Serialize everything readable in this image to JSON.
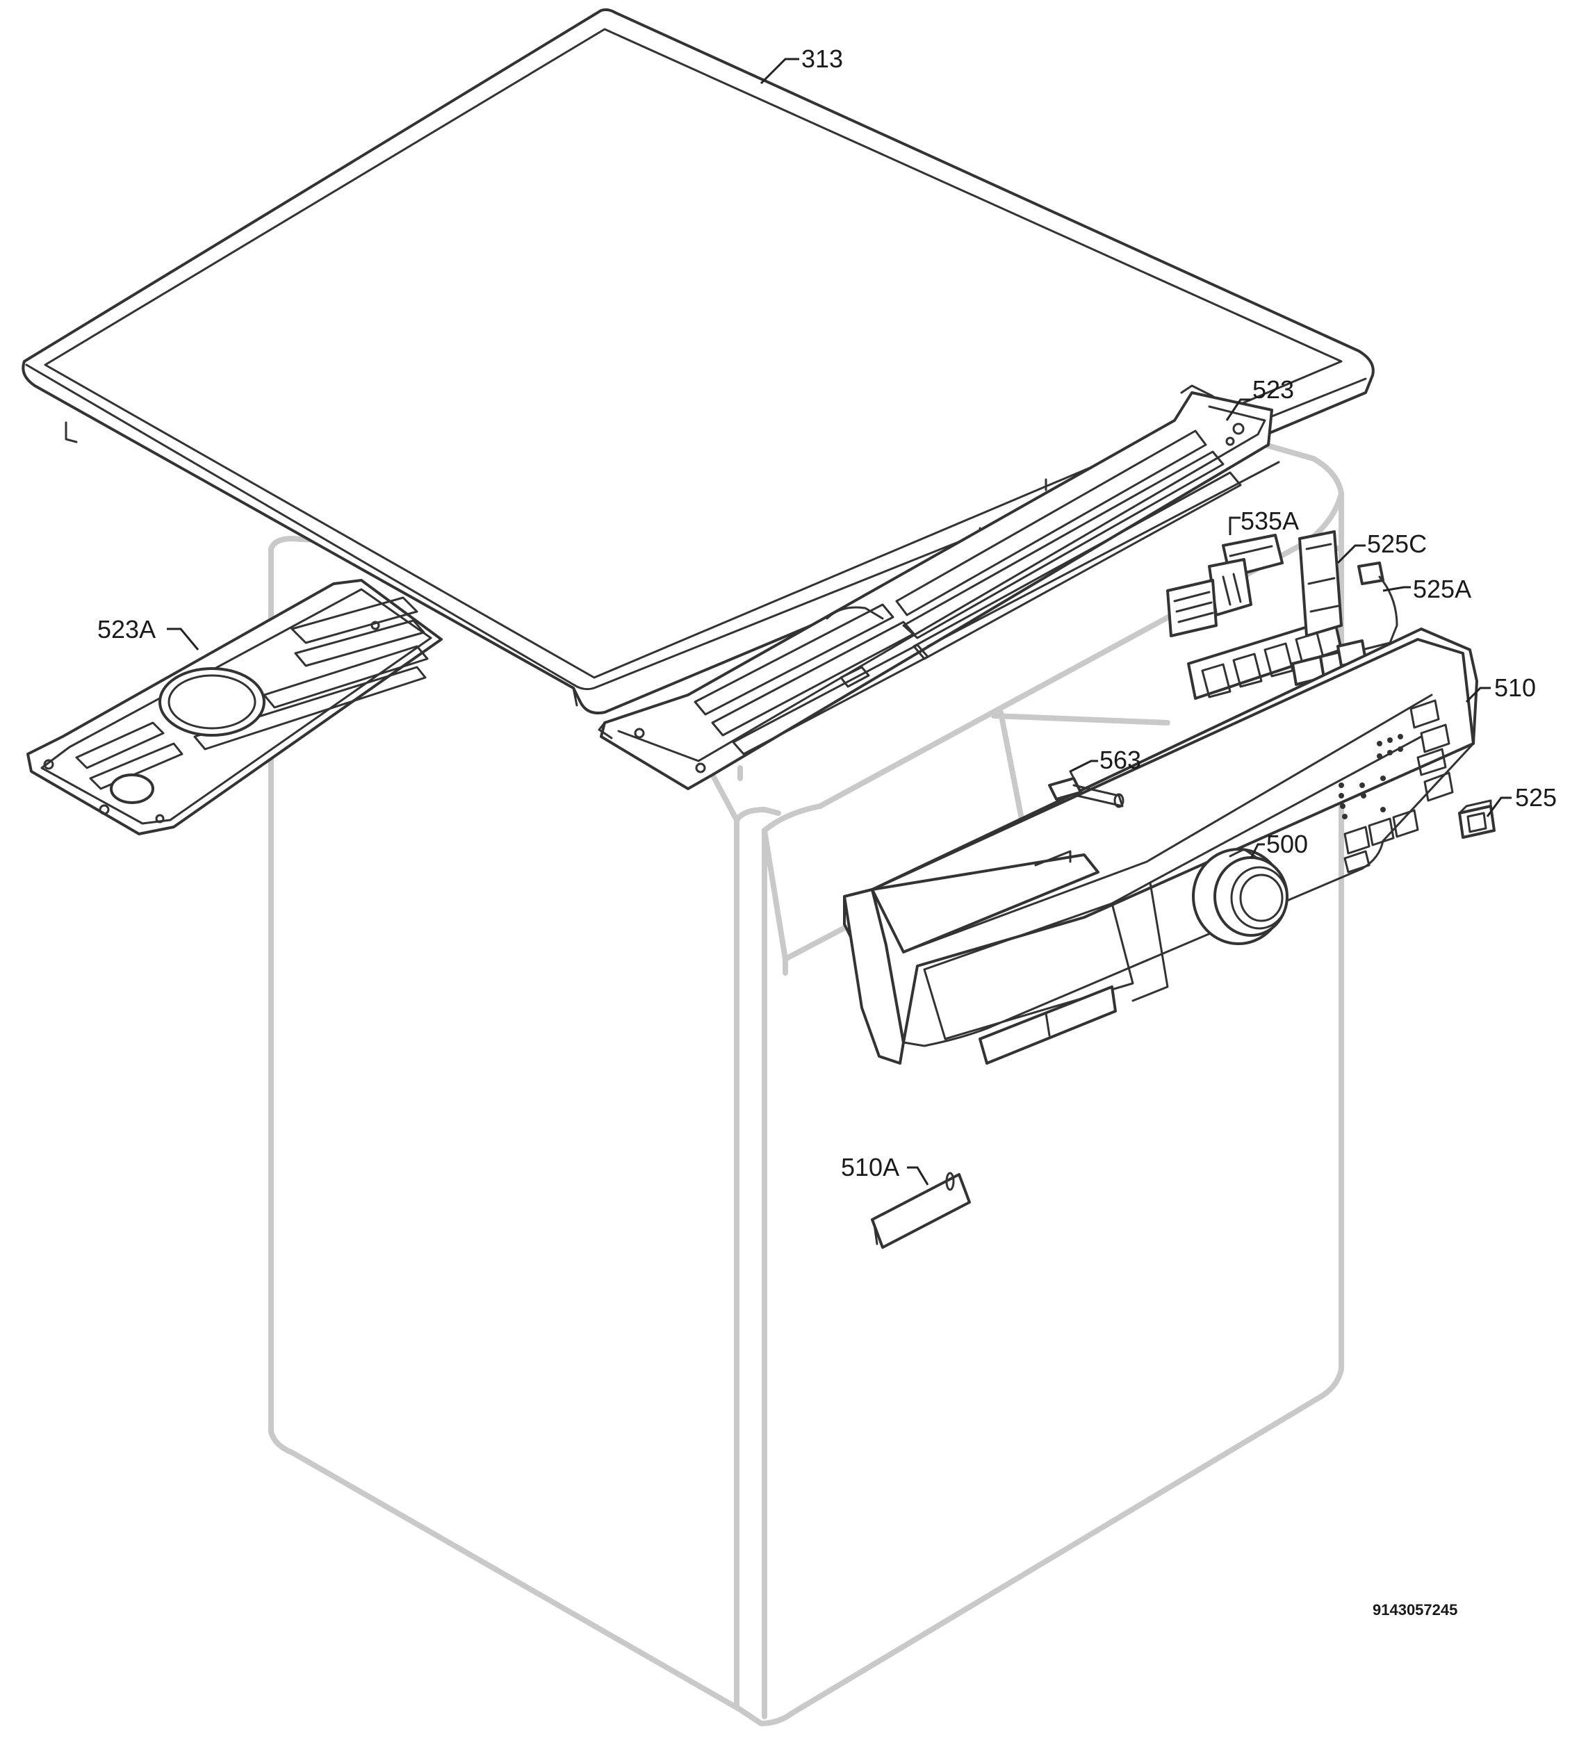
{
  "labels": {
    "p313": "313",
    "p523": "523",
    "p523A": "523A",
    "p535A": "535A",
    "p525C": "525C",
    "p525A": "525A",
    "p510": "510",
    "p563": "563",
    "p525": "525",
    "p500": "500",
    "p510A": "510A"
  },
  "document_id": "9143057245"
}
